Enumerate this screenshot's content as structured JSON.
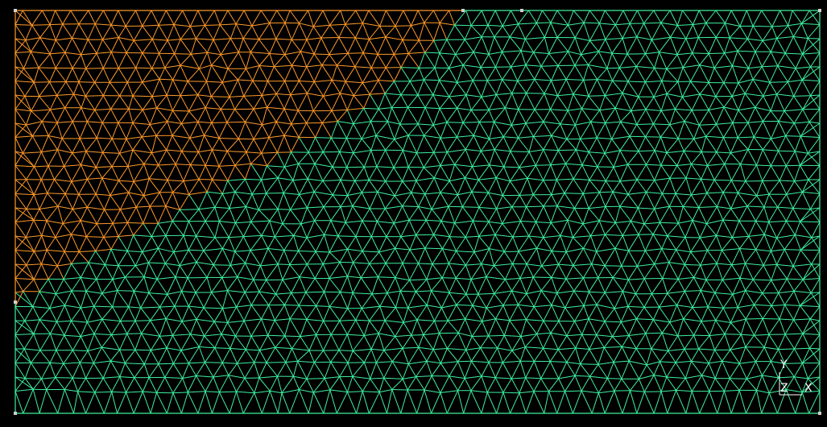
{
  "viewport": {
    "background": "#000000"
  },
  "mesh": {
    "element_type": "triangle",
    "regions": [
      {
        "id": "region-orange",
        "color": "#ff9a2a"
      },
      {
        "id": "region-green",
        "color": "#3ef0a0"
      }
    ],
    "boundary_nodes_color": "#d0d0d0"
  },
  "triad": {
    "labels": {
      "y": "Y",
      "z": "Z",
      "x": "X"
    },
    "color": "#ffffff"
  }
}
